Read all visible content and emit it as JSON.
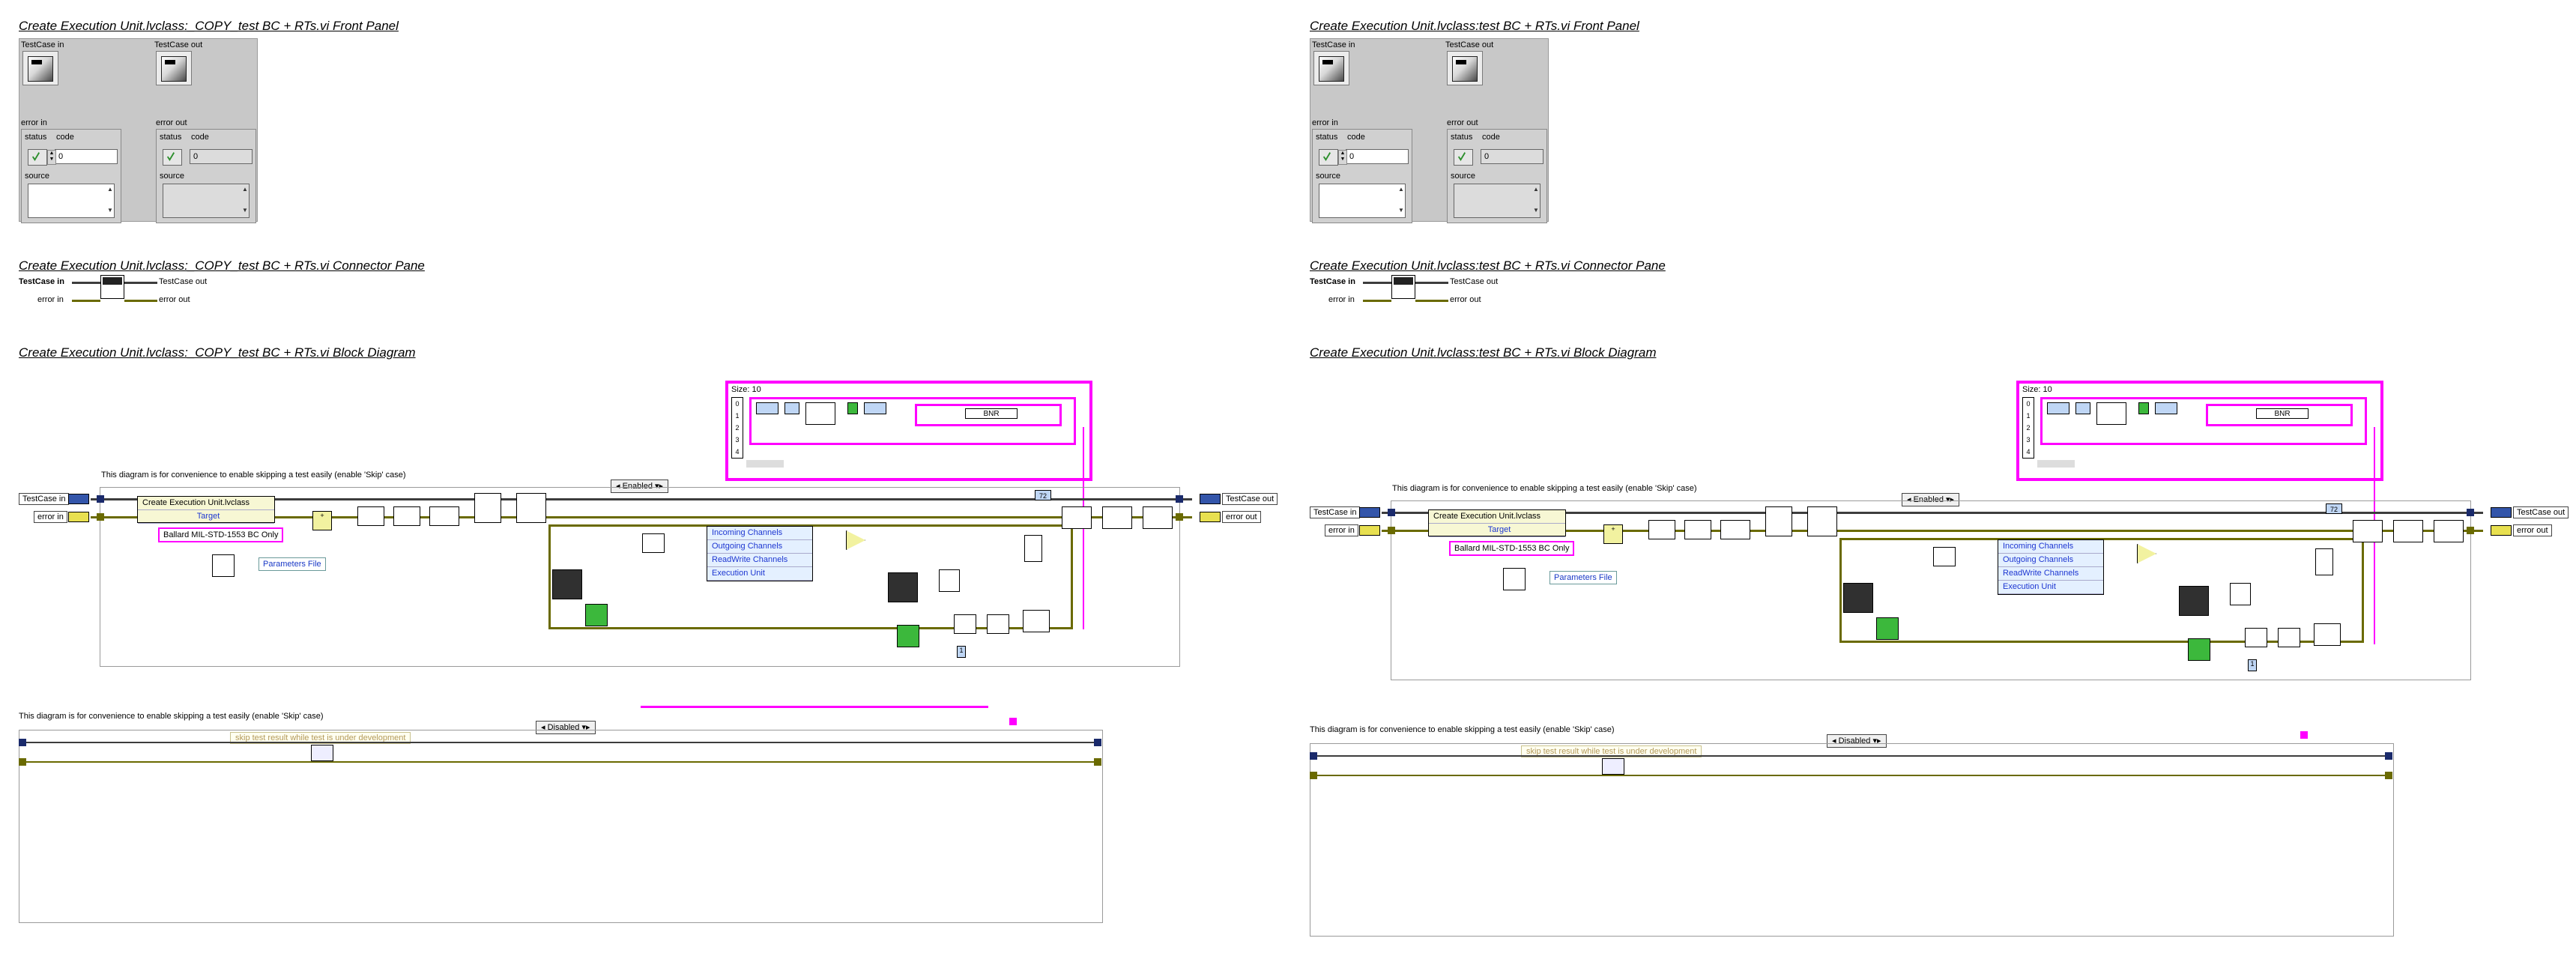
{
  "colors": {
    "panel_gray": "#c8c8c8",
    "class_wire": "#3d3d3d",
    "error_wire": "#6a6a00",
    "array_pink": "#ff00ff",
    "text_blue": "#1a39c6",
    "skip_text": "#b49a5b"
  },
  "left": {
    "front_panel_title": "Create Execution Unit.lvclass:_COPY_test BC + RTs.vi Front Panel",
    "connector_pane_title": "Create Execution Unit.lvclass:_COPY_test BC + RTs.vi Connector Pane",
    "block_diagram_title": "Create Execution Unit.lvclass:_COPY_test BC + RTs.vi Block Diagram"
  },
  "right": {
    "front_panel_title": "Create Execution Unit.lvclass:test BC + RTs.vi Front Panel",
    "connector_pane_title": "Create Execution Unit.lvclass:test BC + RTs.vi Connector Pane",
    "block_diagram_title": "Create Execution Unit.lvclass:test BC + RTs.vi Block Diagram"
  },
  "front_panel": {
    "testcase_in": "TestCase in",
    "testcase_out": "TestCase out",
    "error_in": "error in",
    "error_out": "error out",
    "status": "status",
    "code": "code",
    "code_value": "0",
    "source": "source"
  },
  "connector_pane": {
    "testcase_in": "TestCase in",
    "testcase_out": "TestCase out",
    "error_in": "error in",
    "error_out": "error out"
  },
  "block_diagram": {
    "array_size": "Size: 10",
    "array_indices": [
      "0",
      "1",
      "2",
      "3",
      "4"
    ],
    "array_enum": "BNR",
    "structure_comment": "This diagram is for convenience to enable skipping a test easily (enable 'Skip' case)",
    "enabled_selector": "Enabled",
    "disabled_selector": "Disabled",
    "testcase_in": "TestCase in",
    "testcase_out": "TestCase out",
    "error_in": "error in",
    "error_out": "error out",
    "create_unit": "Create Execution Unit.lvclass",
    "target": "Target",
    "bc_name": "Ballard MIL-STD-1553 BC Only",
    "parameters_file": "Parameters File",
    "bundle_items": [
      "Incoming Channels",
      "Outgoing Channels",
      "ReadWrite Channels",
      "Execution Unit"
    ],
    "skip_text": "skip test result while test is under development",
    "numeric_const": "72",
    "index_const": "1"
  }
}
